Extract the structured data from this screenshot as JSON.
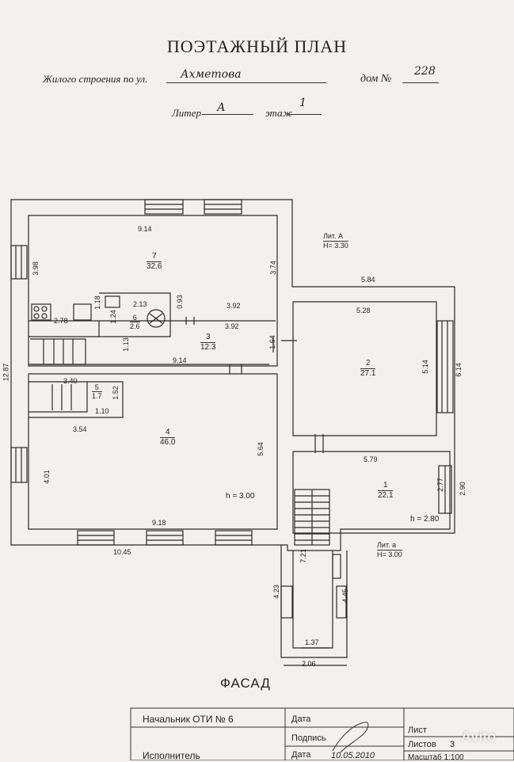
{
  "header": {
    "title": "ПОЭТАЖНЫЙ ПЛАН",
    "street_label": "Жилого строения по ул.",
    "street_value": "Ахметова",
    "house_label": "дом №",
    "house_value": "228",
    "liter_label": "Литер",
    "liter_value": "А",
    "floor_label": "этаж",
    "floor_value": "1"
  },
  "rooms": [
    {
      "id": "7",
      "area": "32.6"
    },
    {
      "id": "6",
      "area": "2.6"
    },
    {
      "id": "3",
      "area": "12.3"
    },
    {
      "id": "5",
      "area": "1.7"
    },
    {
      "id": "4",
      "area": "46.0"
    },
    {
      "id": "2",
      "area": "27.1"
    },
    {
      "id": "1",
      "area": "22.1"
    }
  ],
  "dimensions": {
    "d914_top": "9.14",
    "d398": "3.98",
    "d374": "3.74",
    "d118": "1.18",
    "d213": "2.13",
    "d124": "1.24",
    "d093": "0.93",
    "d392a": "3.92",
    "d392b": "3.92",
    "d278": "2.78",
    "d164": "1.64",
    "d113": "1.13",
    "d914_mid": "9.14",
    "d1287": "12.87",
    "d340": "3.40",
    "d152": "1.52",
    "d110": "1.10",
    "d354": "3.54",
    "d401": "4.01",
    "d564": "5.64",
    "d918": "9.18",
    "d1045": "10.45",
    "d584": "5.84",
    "d528": "5.28",
    "d514": "5.14",
    "d614": "6.14",
    "d579": "5.79",
    "d277": "2.77",
    "d290": "2.90",
    "d721": "7.21",
    "d423": "4.23",
    "d445": "4.45",
    "d137": "1.37",
    "d206": "2.06"
  },
  "annotations": {
    "lit_A": "Лит. А",
    "h_A": "H= 3.30",
    "h4": "h = 3.00",
    "h1": "h = 2.80",
    "lit_a": "Лит. а",
    "h_a": "H= 3.00"
  },
  "facade": "ФАСАД",
  "title_block": {
    "head_label": "Начальник ОТИ № 6",
    "date_label": "Дата",
    "sign_label": "Подпись",
    "sheet_label": "Лист",
    "sheets_label": "Листов",
    "sheets_value": "3",
    "scale_label": "Масштаб 1:100",
    "executor_label": "Исполнитель",
    "date_label2": "Дата",
    "date_value": "10.05.2010"
  },
  "watermark": "Avito"
}
